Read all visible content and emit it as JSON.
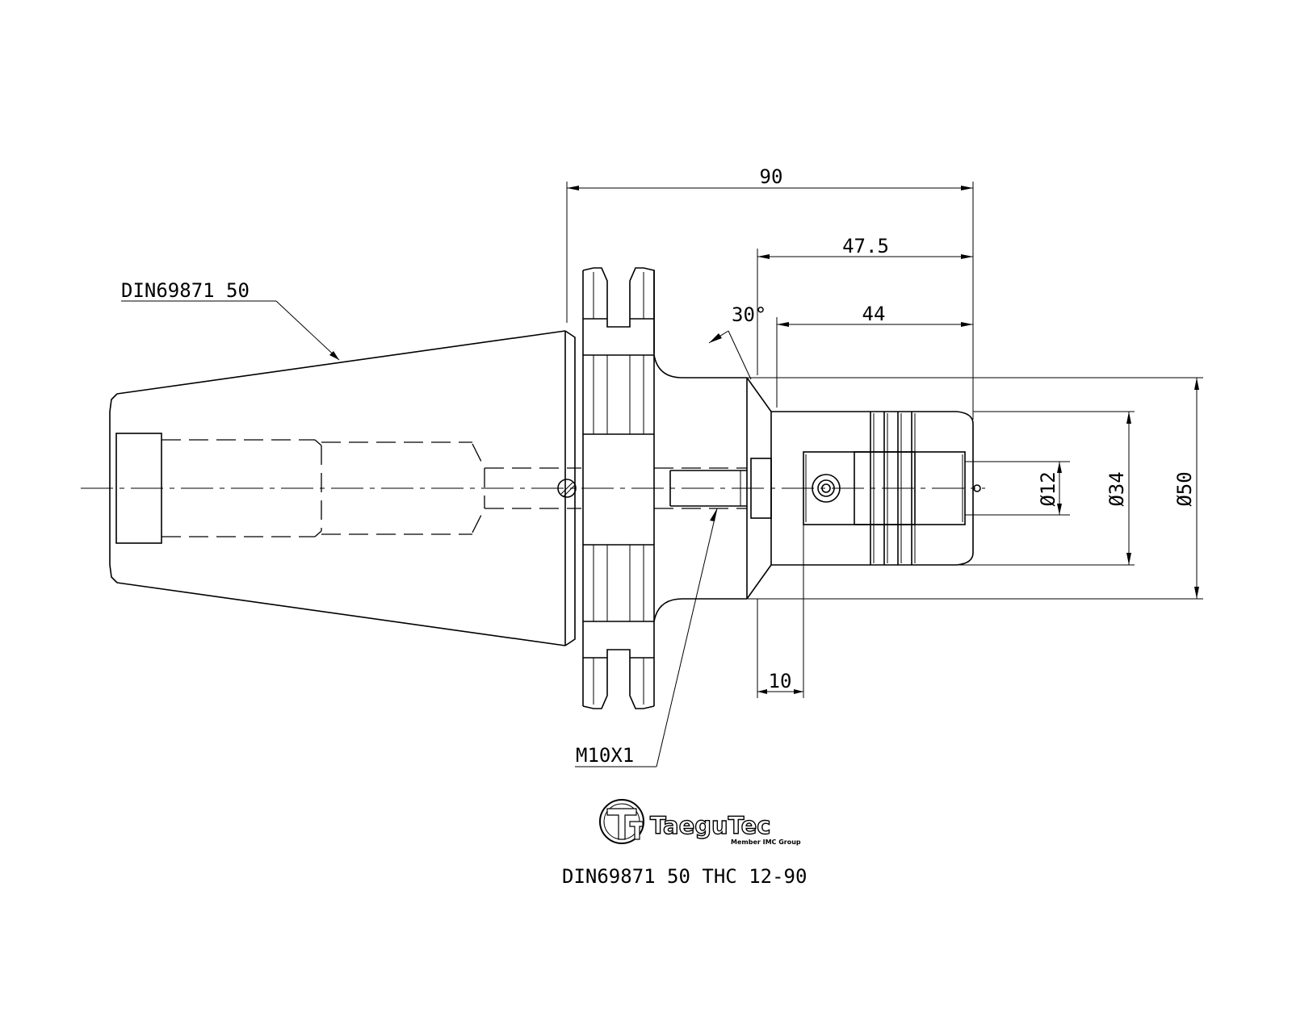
{
  "labels": {
    "taper_spec": "DIN69871 50",
    "thread_spec": "M10X1",
    "angle": "30°",
    "part_number": "DIN69871 50 THC 12-90"
  },
  "dimensions": {
    "overall_length": "90",
    "length_47_5": "47.5",
    "length_44": "44",
    "length_10": "10",
    "dia_12": "Ø12",
    "dia_34": "Ø34",
    "dia_50": "Ø50"
  },
  "logo": {
    "brand": "TaeguTec",
    "tagline": "Member IMC Group"
  }
}
